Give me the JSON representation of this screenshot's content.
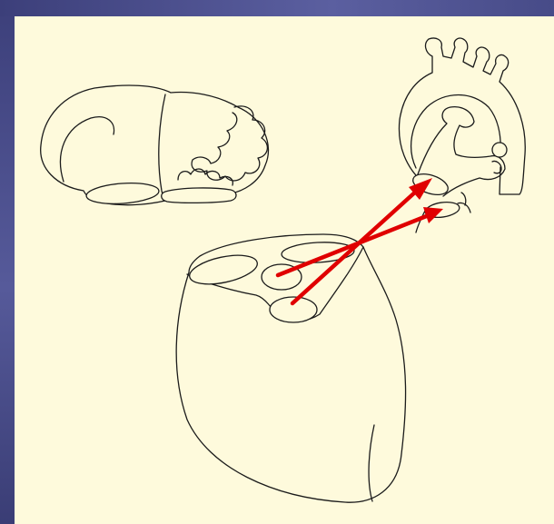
{
  "diagram": {
    "background_color": "#fefadc",
    "frame_color": "#4a4e8c",
    "arrow_color": "#e00000",
    "line_color": "#1b1b1b",
    "parts": [
      {
        "id": "atria",
        "icon": "atria-drawing"
      },
      {
        "id": "great-arteries",
        "icon": "aorta-pulmonary-trunk-drawing"
      },
      {
        "id": "ventricles",
        "icon": "ventricles-drawing"
      }
    ],
    "arrows": [
      {
        "from": "left-ventricle-outflow",
        "to": "aortic-valve"
      },
      {
        "from": "right-ventricle-outflow",
        "to": "pulmonary-valve"
      }
    ]
  }
}
